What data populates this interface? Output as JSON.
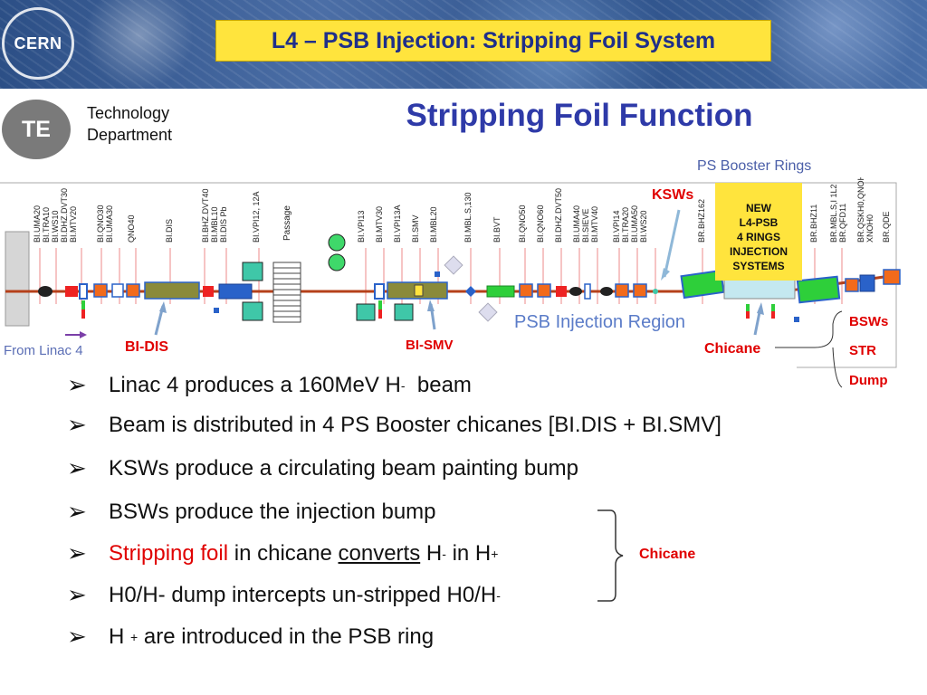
{
  "banner": {
    "logo_text": "CERN",
    "title": "L4 – PSB Injection: Stripping Foil System"
  },
  "header": {
    "badge_text": "TE",
    "dept_line1": "Technology",
    "dept_line2": "Department",
    "subtitle": "Stripping Foil Function"
  },
  "diagram": {
    "rings_label": "PS Booster Rings",
    "ksws_label": "KSWs",
    "new_box": [
      "NEW",
      "L4-PSB",
      "4 RINGS",
      "INJECTION",
      "SYSTEMS"
    ],
    "region_label": "PSB Injection Region",
    "from_linac": "From Linac 4",
    "bi_dis": "BI-DIS",
    "bi_smv": "BI-SMV",
    "chicane": "Chicane",
    "bsws": "BSWs",
    "str": "STR",
    "dump": "Dump",
    "passage": "Passage",
    "element_labels": [
      "BI.UMA20",
      "BI.TRA10",
      "BI.WS10",
      "BI.DHZ.DVT30",
      "BI.MTV20",
      "BI.QNO30",
      "BI.UMA30",
      "QNO40",
      "BI.DIS",
      "BI.BHZ.DVT40",
      "BI.MBL10",
      "BI.DIS Pb",
      "BI.VPI12, 12A",
      "BI.VPI13",
      "BI.MTV30",
      "BI.VPI13A",
      "BI.SMV",
      "BI.MBL20",
      "BI.MBL.S,130",
      "BI.BVT",
      "BI.QNO50",
      "BI.QNO60",
      "BI.DHZ.DVT50",
      "BI.UMA40",
      "BI.SIEVE",
      "BI.MTV40",
      "BI.VPI14",
      "BI.TRA20",
      "BI.UMA50",
      "BI.WS20",
      "BR.BHZ162",
      "BR.BHZ11",
      "BR.MBL.S,I 1L2",
      "BR.QFD11",
      "BR.QSKH0,QNOH",
      "XNOH0",
      "BR.QDE"
    ]
  },
  "bullets": {
    "b1": "Linac 4 produces a 160MeV H",
    "b1_sup": "-",
    "b1_tail": "beam",
    "b2": "Beam is distributed in 4 PS Booster chicanes [BI.DIS + BI.SMV]",
    "b3": "KSWs produce a circulating beam painting bump",
    "b4": "BSWs produce the injection bump",
    "b5_red": "Stripping foil",
    "b5_mid": "in chicane",
    "b5_under": "converts",
    "b5_h1": "H",
    "b5_sup1": "-",
    "b5_in": "in H",
    "b5_sup2": "+",
    "b6": "H0/H- dump intercepts un-stripped H0/H",
    "b6_sup": "-",
    "b7_h": "H",
    "b7_sup": "+",
    "b7_tail": "are introduced in the PSB ring",
    "brace_label": "Chicane"
  },
  "colors": {
    "title_yellow": "#ffe43d",
    "title_text": "#1f2f8a",
    "subtitle_blue": "#2e3aa8",
    "accent_red": "#e00000",
    "beamline": "#b5401a",
    "magnet_olive": "#8a8a3a",
    "magnet_blue": "#2a62c9",
    "magnet_green": "#2ecf3a",
    "quad_orange": "#f26a1b"
  }
}
